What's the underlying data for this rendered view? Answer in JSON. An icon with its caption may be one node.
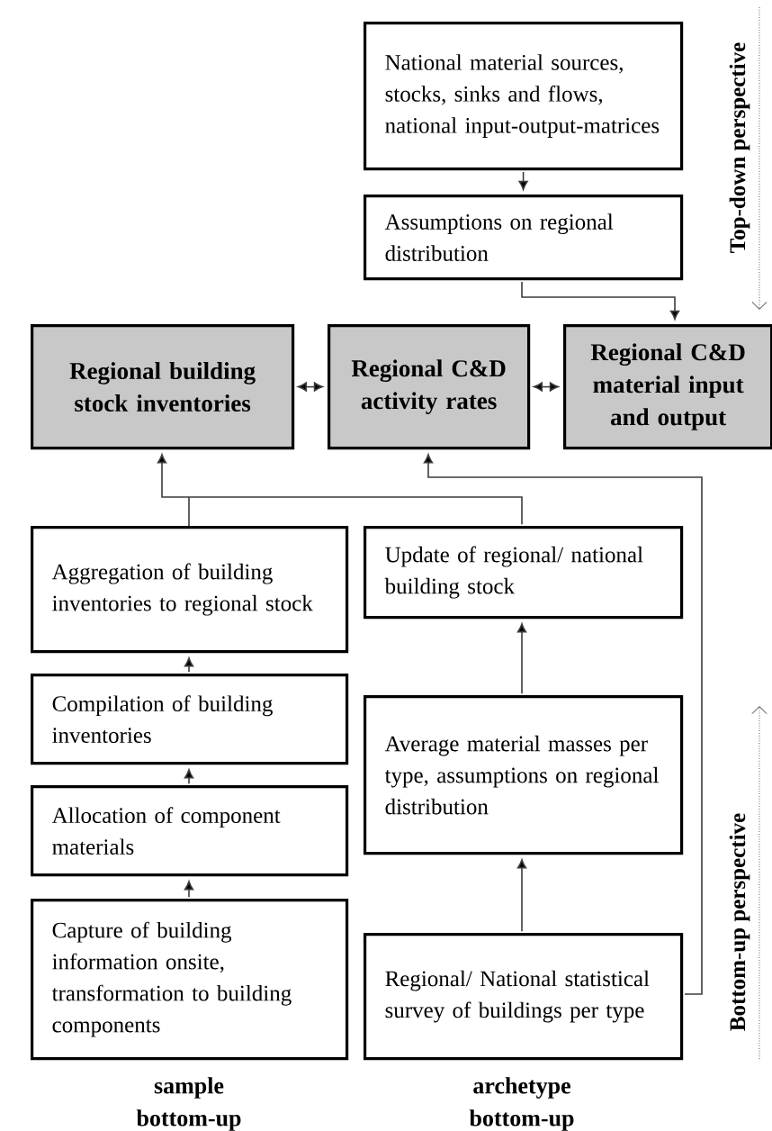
{
  "diagram": {
    "nodes": [
      {
        "text": [
          "National material sources, stocks, sinks and flows, national input-output-matrices"
        ]
      },
      {
        "text": [
          "Assumptions on regional distribution"
        ]
      },
      {
        "text": [
          "Regional building stock inventories"
        ]
      },
      {
        "text": [
          "Regional C&D activity rates"
        ]
      },
      {
        "text": [
          "Regional C&D material input and output"
        ]
      },
      {
        "text": [
          "Aggregation of building inventories to regional stock"
        ]
      },
      {
        "text": [
          "Update of regional/ national building stock"
        ]
      },
      {
        "text": [
          "Compilation of building inventories"
        ]
      },
      {
        "text": [
          "Allocation of component materials"
        ]
      },
      {
        "text": [
          "Capture of building information onsite, transformation to building components"
        ]
      },
      {
        "text": [
          "Average material masses per type, assumptions on regional distribution"
        ]
      },
      {
        "text": [
          "Regional/ National statistical survey of buildings per type"
        ]
      }
    ],
    "edges": [
      {
        "from": 0,
        "to": 1,
        "arrow": "to"
      },
      {
        "from": 1,
        "to": 4,
        "arrow": "to"
      },
      {
        "from": 2,
        "to": 3,
        "arrow": "both"
      },
      {
        "from": 3,
        "to": 4,
        "arrow": "both"
      },
      {
        "from": 5,
        "to": 2,
        "arrow": "to"
      },
      {
        "from": 6,
        "to": 2,
        "arrow": "to"
      },
      {
        "from": 7,
        "to": 5,
        "arrow": "to"
      },
      {
        "from": 8,
        "to": 7,
        "arrow": "to"
      },
      {
        "from": 9,
        "to": 8,
        "arrow": "to"
      },
      {
        "from": 11,
        "to": 10,
        "arrow": "to"
      },
      {
        "from": 10,
        "to": 6,
        "arrow": "to"
      },
      {
        "from": 11,
        "to": 3,
        "arrow": "to"
      }
    ],
    "labels": [
      "sample bottom-up",
      "archetype bottom-up",
      "Top-down perspective",
      "Bottom-up perspective"
    ]
  }
}
